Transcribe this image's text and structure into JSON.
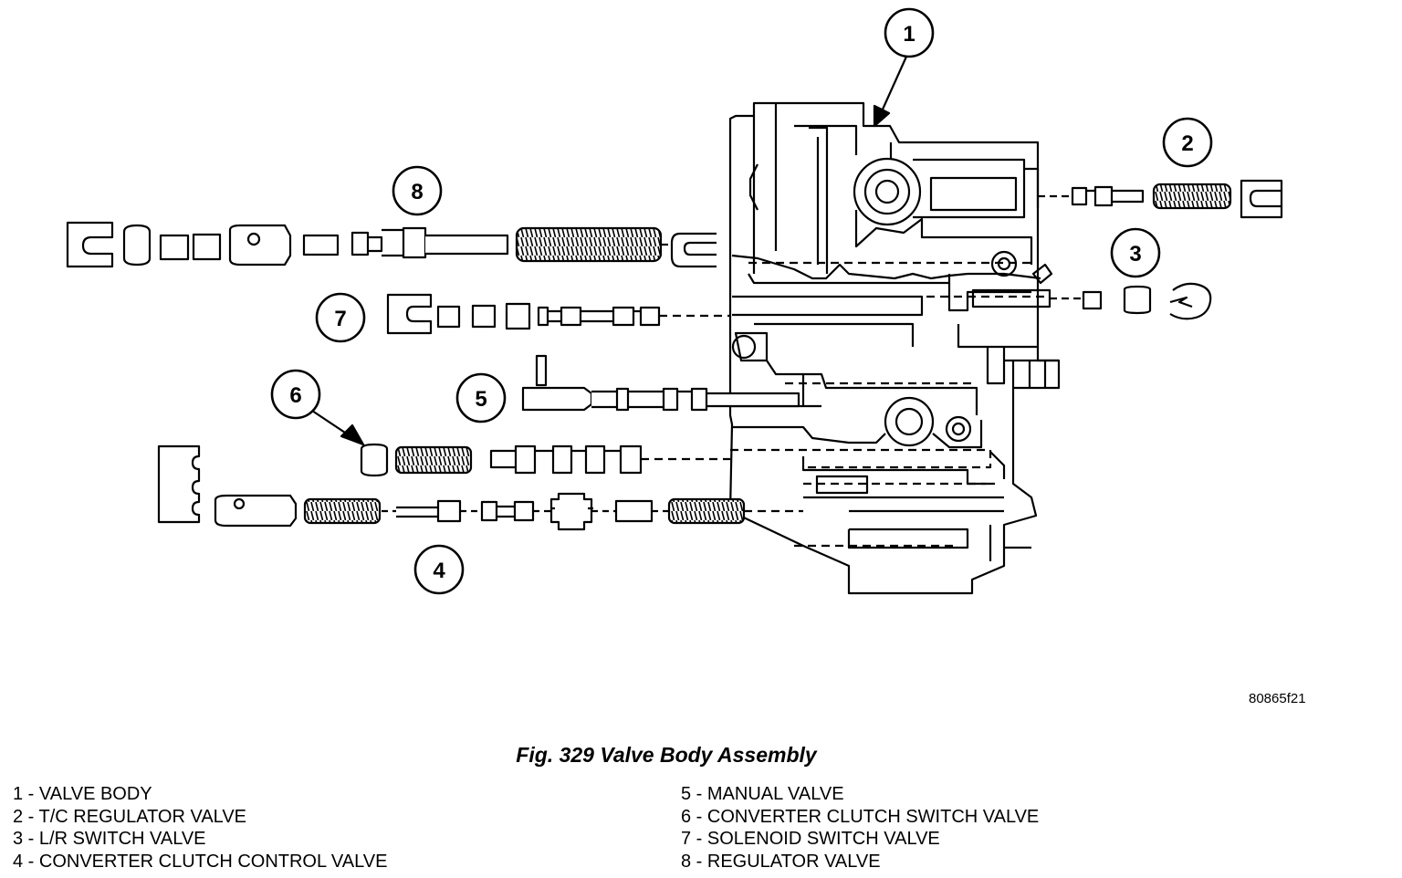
{
  "figure": {
    "id_code": "80865f21",
    "caption": "Fig. 329 Valve Body Assembly"
  },
  "callouts": [
    "1",
    "2",
    "3",
    "4",
    "5",
    "6",
    "7",
    "8"
  ],
  "legend": {
    "left": [
      "1 - VALVE BODY",
      "2 - T/C REGULATOR VALVE",
      "3 - L/R SWITCH VALVE",
      "4 - CONVERTER CLUTCH CONTROL VALVE"
    ],
    "right": [
      "5 - MANUAL VALVE",
      "6 - CONVERTER CLUTCH SWITCH VALVE",
      "7 - SOLENOID SWITCH VALVE",
      "8 - REGULATOR VALVE"
    ]
  }
}
